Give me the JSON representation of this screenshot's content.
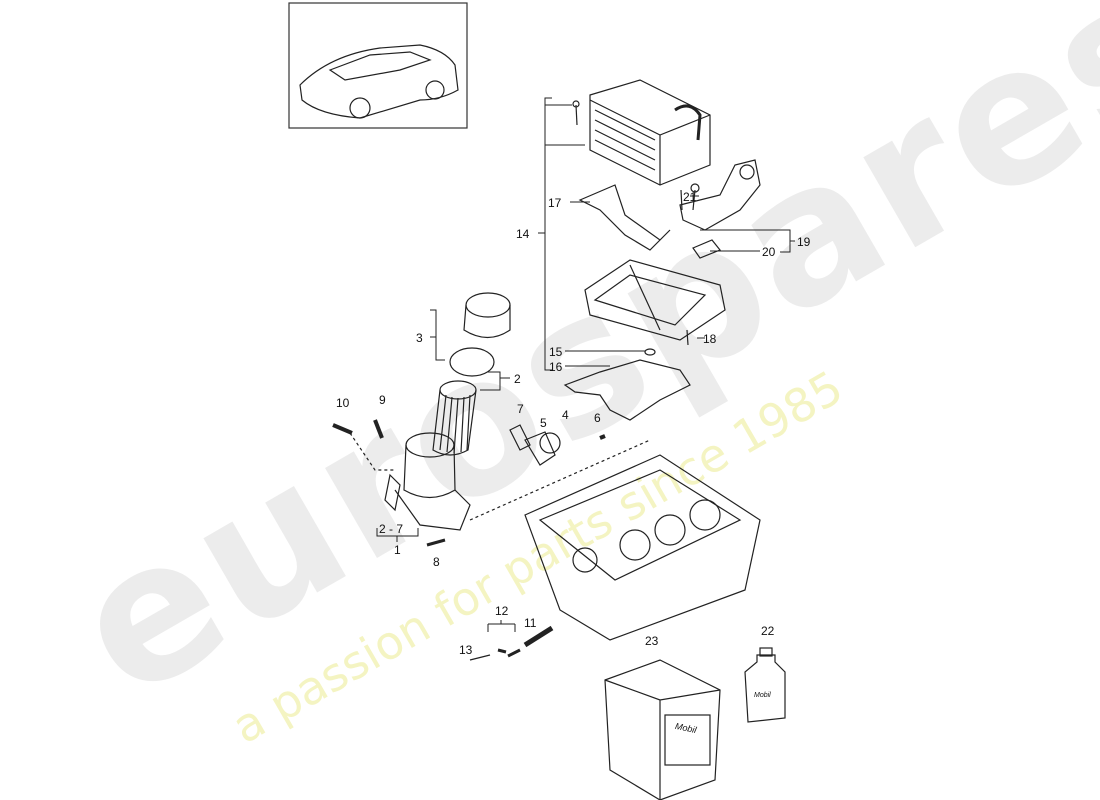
{
  "watermark": {
    "brand": "eurospares",
    "tagline": "a passion for parts since 1985",
    "tagline_color": "#e6e678"
  },
  "callouts": [
    "14",
    "17",
    "21",
    "19",
    "20",
    "18",
    "15",
    "16",
    "3",
    "2",
    "10",
    "9",
    "7",
    "5",
    "4",
    "6",
    "2 - 7",
    "1",
    "8",
    "12",
    "11",
    "13",
    "23",
    "22"
  ],
  "product_text": {
    "canister": "Mobil",
    "bottle": "Mobil"
  }
}
